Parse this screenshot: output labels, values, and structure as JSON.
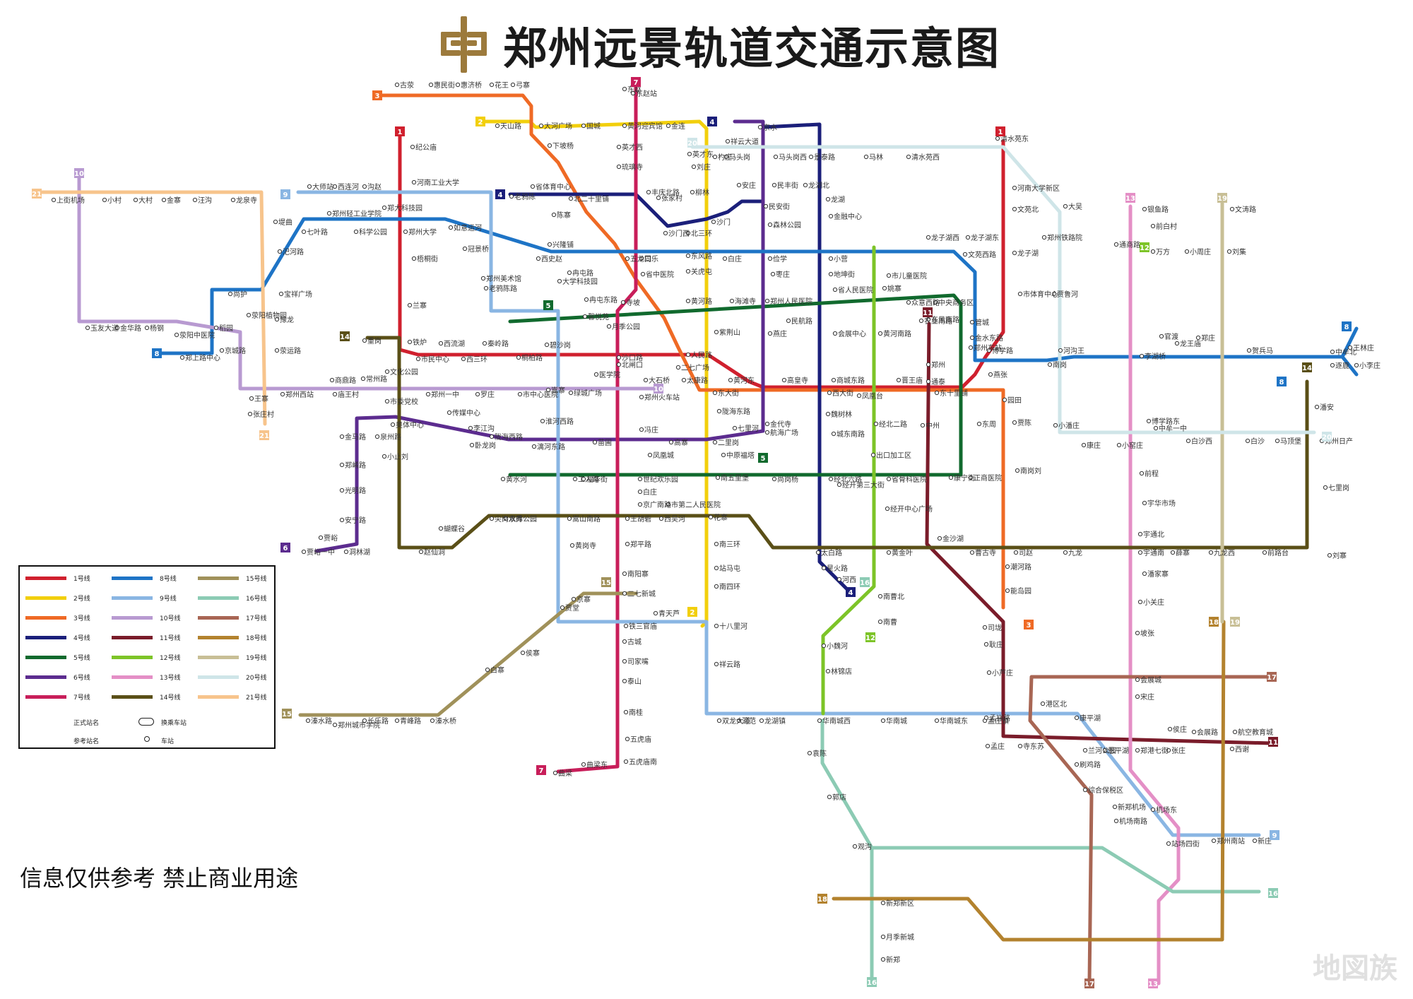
{
  "title": "郑州远景轨道交通示意图",
  "disclaimer": "信息仅供参考 禁止商业用途",
  "watermark": "地図族",
  "logo": {
    "icon": "zhengzhou-metro-logo",
    "color": "#9c7a3c"
  },
  "legend": {
    "formal_station": "正式站名",
    "reference_station": "参考站名",
    "transfer_station": "换乘车站",
    "station": "车站",
    "items": [
      {
        "label": "1号线",
        "color": "#d0202e"
      },
      {
        "label": "2号线",
        "color": "#f2cf0c"
      },
      {
        "label": "3号线",
        "color": "#ef6a25"
      },
      {
        "label": "4号线",
        "color": "#1b1f7a"
      },
      {
        "label": "5号线",
        "color": "#116a2e"
      },
      {
        "label": "6号线",
        "color": "#5c2c8f"
      },
      {
        "label": "7号线",
        "color": "#c81e5a"
      },
      {
        "label": "8号线",
        "color": "#1e74c6"
      },
      {
        "label": "9号线",
        "color": "#8ab6e3"
      },
      {
        "label": "10号线",
        "color": "#b89ad1"
      },
      {
        "label": "11号线",
        "color": "#7a1c2a"
      },
      {
        "label": "12号线",
        "color": "#7dc428"
      },
      {
        "label": "13号线",
        "color": "#e48fc6"
      },
      {
        "label": "14号线",
        "color": "#5a4f17"
      },
      {
        "label": "15号线",
        "color": "#a0915a"
      },
      {
        "label": "16号线",
        "color": "#8ccbb4"
      },
      {
        "label": "17号线",
        "color": "#a86654"
      },
      {
        "label": "18号线",
        "color": "#b3822e"
      },
      {
        "label": "19号线",
        "color": "#c8bf96"
      },
      {
        "label": "20号线",
        "color": "#cfe5e8"
      },
      {
        "label": "21号线",
        "color": "#f7c48c"
      }
    ]
  },
  "lines": [
    {
      "id": "1",
      "color": "#d0202e",
      "tags": [
        "1"
      ]
    },
    {
      "id": "2",
      "color": "#f2cf0c",
      "tags": [
        "2"
      ]
    },
    {
      "id": "3",
      "color": "#ef6a25",
      "tags": [
        "3"
      ]
    },
    {
      "id": "4",
      "color": "#1b1f7a",
      "tags": [
        "4"
      ]
    },
    {
      "id": "5",
      "color": "#116a2e",
      "tags": [
        "5"
      ]
    },
    {
      "id": "6",
      "color": "#5c2c8f",
      "tags": [
        "6"
      ]
    },
    {
      "id": "7",
      "color": "#c81e5a",
      "tags": [
        "7"
      ]
    },
    {
      "id": "8",
      "color": "#1e74c6",
      "tags": [
        "8"
      ]
    },
    {
      "id": "9",
      "color": "#8ab6e3",
      "tags": [
        "9"
      ]
    },
    {
      "id": "10",
      "color": "#b89ad1",
      "tags": [
        "10"
      ]
    },
    {
      "id": "11",
      "color": "#7a1c2a",
      "tags": [
        "11"
      ]
    },
    {
      "id": "12",
      "color": "#7dc428",
      "tags": [
        "12"
      ]
    },
    {
      "id": "13",
      "color": "#e48fc6",
      "tags": [
        "13"
      ]
    },
    {
      "id": "14",
      "color": "#5a4f17",
      "tags": [
        "14"
      ]
    },
    {
      "id": "15",
      "color": "#a0915a",
      "tags": [
        "15"
      ]
    },
    {
      "id": "16",
      "color": "#8ccbb4",
      "tags": [
        "16"
      ]
    },
    {
      "id": "17",
      "color": "#a86654",
      "tags": [
        "17"
      ]
    },
    {
      "id": "18",
      "color": "#b3822e",
      "tags": [
        "18"
      ]
    },
    {
      "id": "19",
      "color": "#c8bf96",
      "tags": [
        "19"
      ]
    },
    {
      "id": "20",
      "color": "#cfe5e8",
      "tags": [
        "20"
      ]
    },
    {
      "id": "21",
      "color": "#f7c48c",
      "tags": [
        "21"
      ]
    }
  ],
  "stations": [
    {
      "name": "古荥"
    },
    {
      "name": "惠民街"
    },
    {
      "name": "惠济桥"
    },
    {
      "name": "花王"
    },
    {
      "name": "弓寨"
    },
    {
      "name": "天山路"
    },
    {
      "name": "大河广场"
    },
    {
      "name": "国城"
    },
    {
      "name": "黄河迎宾馆"
    },
    {
      "name": "金连"
    },
    {
      "name": "下坡杨"
    },
    {
      "name": "英才西"
    },
    {
      "name": "琉璃寺"
    },
    {
      "name": "东赵"
    },
    {
      "name": "英才东"
    },
    {
      "name": "刘庄"
    },
    {
      "name": "柳林"
    },
    {
      "name": "沙门"
    },
    {
      "name": "北三环"
    },
    {
      "name": "东风路"
    },
    {
      "name": "关虎屯"
    },
    {
      "name": "黄河路"
    },
    {
      "name": "紫荆山"
    },
    {
      "name": "东大街"
    },
    {
      "name": "陇海东路"
    },
    {
      "name": "二里岗"
    },
    {
      "name": "南五里堡"
    },
    {
      "name": "花寨"
    },
    {
      "name": "南三环"
    },
    {
      "name": "站马屯"
    },
    {
      "name": "南四环"
    },
    {
      "name": "十八里河"
    },
    {
      "name": "祥云路"
    },
    {
      "name": "纪公庙"
    },
    {
      "name": "河南工业大学"
    },
    {
      "name": "郑大科技园"
    },
    {
      "name": "郑州大学"
    },
    {
      "name": "梧桐街"
    },
    {
      "name": "兰寨"
    },
    {
      "name": "铁炉"
    },
    {
      "name": "市民中心"
    },
    {
      "name": "西流湖"
    },
    {
      "name": "西三环"
    },
    {
      "name": "秦岭路"
    },
    {
      "name": "桐柏路"
    },
    {
      "name": "碧沙岗"
    },
    {
      "name": "绿城广场"
    },
    {
      "name": "医学院"
    },
    {
      "name": "郑州火车站"
    },
    {
      "name": "二七广场"
    },
    {
      "name": "人民路"
    },
    {
      "name": "燕庄"
    },
    {
      "name": "民航路"
    },
    {
      "name": "会展中心"
    },
    {
      "name": "黄河南路"
    },
    {
      "name": "农业南路"
    },
    {
      "name": "东风南路"
    },
    {
      "name": "郑州东站"
    },
    {
      "name": "博学路"
    },
    {
      "name": "市体育中心"
    },
    {
      "name": "龙子湖"
    },
    {
      "name": "文苑北"
    },
    {
      "name": "河南大学新区"
    },
    {
      "name": "清水苑东"
    },
    {
      "name": "东赵站"
    },
    {
      "name": "上街机场"
    },
    {
      "name": "小村"
    },
    {
      "name": "大村"
    },
    {
      "name": "金寨"
    },
    {
      "name": "汪沟"
    },
    {
      "name": "龙泉寺"
    },
    {
      "name": "堤曲"
    },
    {
      "name": "汜河路"
    },
    {
      "name": "宝祥广场"
    },
    {
      "name": "豫龙"
    },
    {
      "name": "荥运路"
    },
    {
      "name": "王寨"
    },
    {
      "name": "张庄村"
    },
    {
      "name": "大师站"
    },
    {
      "name": "西连河"
    },
    {
      "name": "沟赵"
    },
    {
      "name": "郑州轻工业学院"
    },
    {
      "name": "科学公园"
    },
    {
      "name": "七叶路"
    },
    {
      "name": "尚护"
    },
    {
      "name": "郑上路中心"
    },
    {
      "name": "玉友大道"
    },
    {
      "name": "金华路"
    },
    {
      "name": "杨钢"
    },
    {
      "name": "荥阳中医院"
    },
    {
      "name": "稻园"
    },
    {
      "name": "京城路"
    },
    {
      "name": "荥阳植物园"
    },
    {
      "name": "郑州西站"
    },
    {
      "name": "庙王村"
    },
    {
      "name": "常州路"
    },
    {
      "name": "商鼎路"
    },
    {
      "name": "重岗"
    },
    {
      "name": "文化公园"
    },
    {
      "name": "市委党校"
    },
    {
      "name": "郑州一中"
    },
    {
      "name": "罗庄"
    },
    {
      "name": "市中心医院"
    },
    {
      "name": "金马路"
    },
    {
      "name": "郑崤路"
    },
    {
      "name": "光明路"
    },
    {
      "name": "安宁路"
    },
    {
      "name": "贾峪"
    },
    {
      "name": "贾峪一中"
    },
    {
      "name": "洞林湖"
    },
    {
      "name": "泉州路"
    },
    {
      "name": "奥体中心"
    },
    {
      "name": "小止刘"
    },
    {
      "name": "赵仙洞"
    },
    {
      "name": "蝴蝶谷"
    },
    {
      "name": "尖岗水库"
    },
    {
      "name": "黄水河"
    },
    {
      "name": "工人路"
    },
    {
      "name": "嵩山南路"
    },
    {
      "name": "黄岗寺"
    },
    {
      "name": "京寨"
    },
    {
      "name": "贾堂"
    },
    {
      "name": "侯寨"
    },
    {
      "name": "白寨"
    },
    {
      "name": "溱水路"
    },
    {
      "name": "郑州城市学院"
    },
    {
      "name": "长乐路"
    },
    {
      "name": "青峰路"
    },
    {
      "name": "溱水桥"
    },
    {
      "name": "王胡砦"
    },
    {
      "name": "郑平路"
    },
    {
      "name": "南阳寨"
    },
    {
      "name": "二七新城"
    },
    {
      "name": "铁三官庙"
    },
    {
      "name": "古城"
    },
    {
      "name": "司家嘴"
    },
    {
      "name": "泰山"
    },
    {
      "name": "南桂"
    },
    {
      "name": "五虎庙"
    },
    {
      "name": "五虎庙南"
    },
    {
      "name": "曲梁东"
    },
    {
      "name": "曲梁"
    },
    {
      "name": "青天芦"
    },
    {
      "name": "双龙大道"
    },
    {
      "name": "龙湖镇"
    },
    {
      "name": "华南城西"
    },
    {
      "name": "华南城"
    },
    {
      "name": "华南城东"
    },
    {
      "name": "孟庄镇"
    },
    {
      "name": "林锦店"
    },
    {
      "name": "小魏河"
    },
    {
      "name": "袁陈"
    },
    {
      "name": "郭店"
    },
    {
      "name": "观沟"
    },
    {
      "name": "新郑新区"
    },
    {
      "name": "月季新城"
    },
    {
      "name": "新郑"
    },
    {
      "name": "南曹北"
    },
    {
      "name": "南曹"
    },
    {
      "name": "河西"
    },
    {
      "name": "星火路"
    },
    {
      "name": "太白路"
    },
    {
      "name": "黄金叶"
    },
    {
      "name": "金沙湖"
    },
    {
      "name": "曹古寺"
    },
    {
      "name": "司赵"
    },
    {
      "name": "九龙"
    },
    {
      "name": "宇通南"
    },
    {
      "name": "薛寨"
    },
    {
      "name": "九龙西"
    },
    {
      "name": "前路台"
    },
    {
      "name": "刘寨"
    },
    {
      "name": "郑州日产"
    },
    {
      "name": "七里岗"
    },
    {
      "name": "潘安"
    },
    {
      "name": "中牟北"
    },
    {
      "name": "王林庄"
    },
    {
      "name": "逐鹿"
    },
    {
      "name": "小李庄"
    },
    {
      "name": "官渡"
    },
    {
      "name": "郑庄"
    },
    {
      "name": "贺兵马"
    },
    {
      "name": "龙王庙"
    },
    {
      "name": "李湖桥"
    },
    {
      "name": "河沟王"
    },
    {
      "name": "南岗"
    },
    {
      "name": "博学路东"
    },
    {
      "name": "中牟一中"
    },
    {
      "name": "白沙西"
    },
    {
      "name": "白沙"
    },
    {
      "name": "马顶堡"
    },
    {
      "name": "小潘庄"
    },
    {
      "name": "康庄"
    },
    {
      "name": "小窑庄"
    },
    {
      "name": "前程"
    },
    {
      "name": "宇华市场"
    },
    {
      "name": "宇通北"
    },
    {
      "name": "小关庄"
    },
    {
      "name": "坡张"
    },
    {
      "name": "潘家寨"
    },
    {
      "name": "贾鲁河"
    },
    {
      "name": "大吴"
    },
    {
      "name": "通商路"
    },
    {
      "name": "万方"
    },
    {
      "name": "小周庄"
    },
    {
      "name": "刘集"
    },
    {
      "name": "文涛路"
    },
    {
      "name": "银鱼路"
    },
    {
      "name": "前白村"
    },
    {
      "name": "郑州铁路院"
    },
    {
      "name": "龙子湖东"
    },
    {
      "name": "龙子湖西"
    },
    {
      "name": "文苑西路"
    },
    {
      "name": "郑州"
    },
    {
      "name": "管城"
    },
    {
      "name": "金水东路"
    },
    {
      "name": "燕张"
    },
    {
      "name": "园田"
    },
    {
      "name": "贾陈"
    },
    {
      "name": "南岗刘"
    },
    {
      "name": "潮河路"
    },
    {
      "name": "能岛园"
    },
    {
      "name": "司垅"
    },
    {
      "name": "耿庄"
    },
    {
      "name": "小芦庄"
    },
    {
      "name": "孟祥路"
    },
    {
      "name": "孟庄"
    },
    {
      "name": "寺东苏"
    },
    {
      "name": "港区北"
    },
    {
      "name": "康平湖"
    },
    {
      "name": "兰河公园"
    },
    {
      "name": "恩平湖"
    },
    {
      "name": "郑港七街"
    },
    {
      "name": "张庄"
    },
    {
      "name": "会展路"
    },
    {
      "name": "航空教育城"
    },
    {
      "name": "西谢"
    },
    {
      "name": "侯庄"
    },
    {
      "name": "刷鸡路"
    },
    {
      "name": "综合保税区"
    },
    {
      "name": "新郑机场"
    },
    {
      "name": "机场东"
    },
    {
      "name": "机场南路"
    },
    {
      "name": "站场四街"
    },
    {
      "name": "郑州南站"
    },
    {
      "name": "新庄"
    },
    {
      "name": "会展城"
    },
    {
      "name": "宋庄"
    },
    {
      "name": "河范"
    },
    {
      "name": "祥云大道"
    },
    {
      "name": "马头岗"
    },
    {
      "name": "马头岗西"
    },
    {
      "name": "景泰路"
    },
    {
      "name": "马林"
    },
    {
      "name": "清水苑西"
    },
    {
      "name": "杓庄"
    },
    {
      "name": "京水"
    },
    {
      "name": "安庄"
    },
    {
      "name": "民丰街"
    },
    {
      "name": "龙湖北"
    },
    {
      "name": "龙湖"
    },
    {
      "name": "金融中心"
    },
    {
      "name": "森林公园"
    },
    {
      "name": "民安街"
    },
    {
      "name": "丰庆北路"
    },
    {
      "name": "北二十里铺"
    },
    {
      "name": "省体育中心"
    },
    {
      "name": "老鸦陈"
    },
    {
      "name": "张家村"
    },
    {
      "name": "沙门西"
    },
    {
      "name": "陈寨"
    },
    {
      "name": "兴隆铺"
    },
    {
      "name": "西史赵"
    },
    {
      "name": "五龙口"
    },
    {
      "name": "同乐"
    },
    {
      "name": "省中医院"
    },
    {
      "name": "白庄"
    },
    {
      "name": "俭学"
    },
    {
      "name": "枣庄"
    },
    {
      "name": "小营"
    },
    {
      "name": "地坤街"
    },
    {
      "name": "如意运河"
    },
    {
      "name": "冠景桥"
    },
    {
      "name": "郑州美术馆"
    },
    {
      "name": "老鸦陈路"
    },
    {
      "name": "大学科技园"
    },
    {
      "name": "冉屯路"
    },
    {
      "name": "冉屯东路"
    },
    {
      "name": "寺坡"
    },
    {
      "name": "海滩寺"
    },
    {
      "name": "郑州人民医院"
    },
    {
      "name": "省人民医院"
    },
    {
      "name": "姚寨"
    },
    {
      "name": "众意西路"
    },
    {
      "name": "中央商务区"
    },
    {
      "name": "市儿童医院"
    },
    {
      "name": "馨悦苑"
    },
    {
      "name": "月季公园"
    },
    {
      "name": "沙口路"
    },
    {
      "name": "北闸口"
    },
    {
      "name": "大石桥"
    },
    {
      "name": "太康路"
    },
    {
      "name": "黄河东"
    },
    {
      "name": "高皇寺"
    },
    {
      "name": "西大街"
    },
    {
      "name": "商城东路"
    },
    {
      "name": "凤凰台"
    },
    {
      "name": "晋王庙"
    },
    {
      "name": "通泰"
    },
    {
      "name": "东十里铺"
    },
    {
      "name": "中州"
    },
    {
      "name": "东周"
    },
    {
      "name": "康宁街"
    },
    {
      "name": "正商医院"
    },
    {
      "name": "省骨科医院"
    },
    {
      "name": "出口加工区"
    },
    {
      "name": "经北二路"
    },
    {
      "name": "经开中心广场"
    },
    {
      "name": "经开第三大街"
    },
    {
      "name": "经北六路"
    },
    {
      "name": "尚岗杨"
    },
    {
      "name": "中原福塔"
    },
    {
      "name": "七里河"
    },
    {
      "name": "金代寺"
    },
    {
      "name": "航海广场"
    },
    {
      "name": "城东南路"
    },
    {
      "name": "魏树林"
    },
    {
      "name": "凤凰城"
    },
    {
      "name": "世纪欢乐园"
    },
    {
      "name": "白庄"
    },
    {
      "name": "京广南路"
    },
    {
      "name": "市第二人民医院"
    },
    {
      "name": "高寨"
    },
    {
      "name": "冯庄"
    },
    {
      "name": "苗圃"
    },
    {
      "name": "福华街"
    },
    {
      "name": "嵩寨"
    },
    {
      "name": "淮河西路"
    },
    {
      "name": "漓河东路"
    },
    {
      "name": "陇海西路"
    },
    {
      "name": "李江沟"
    },
    {
      "name": "传媒中心"
    },
    {
      "name": "卧龙岗"
    },
    {
      "name": "双秀公园"
    },
    {
      "name": "西吴河"
    }
  ]
}
